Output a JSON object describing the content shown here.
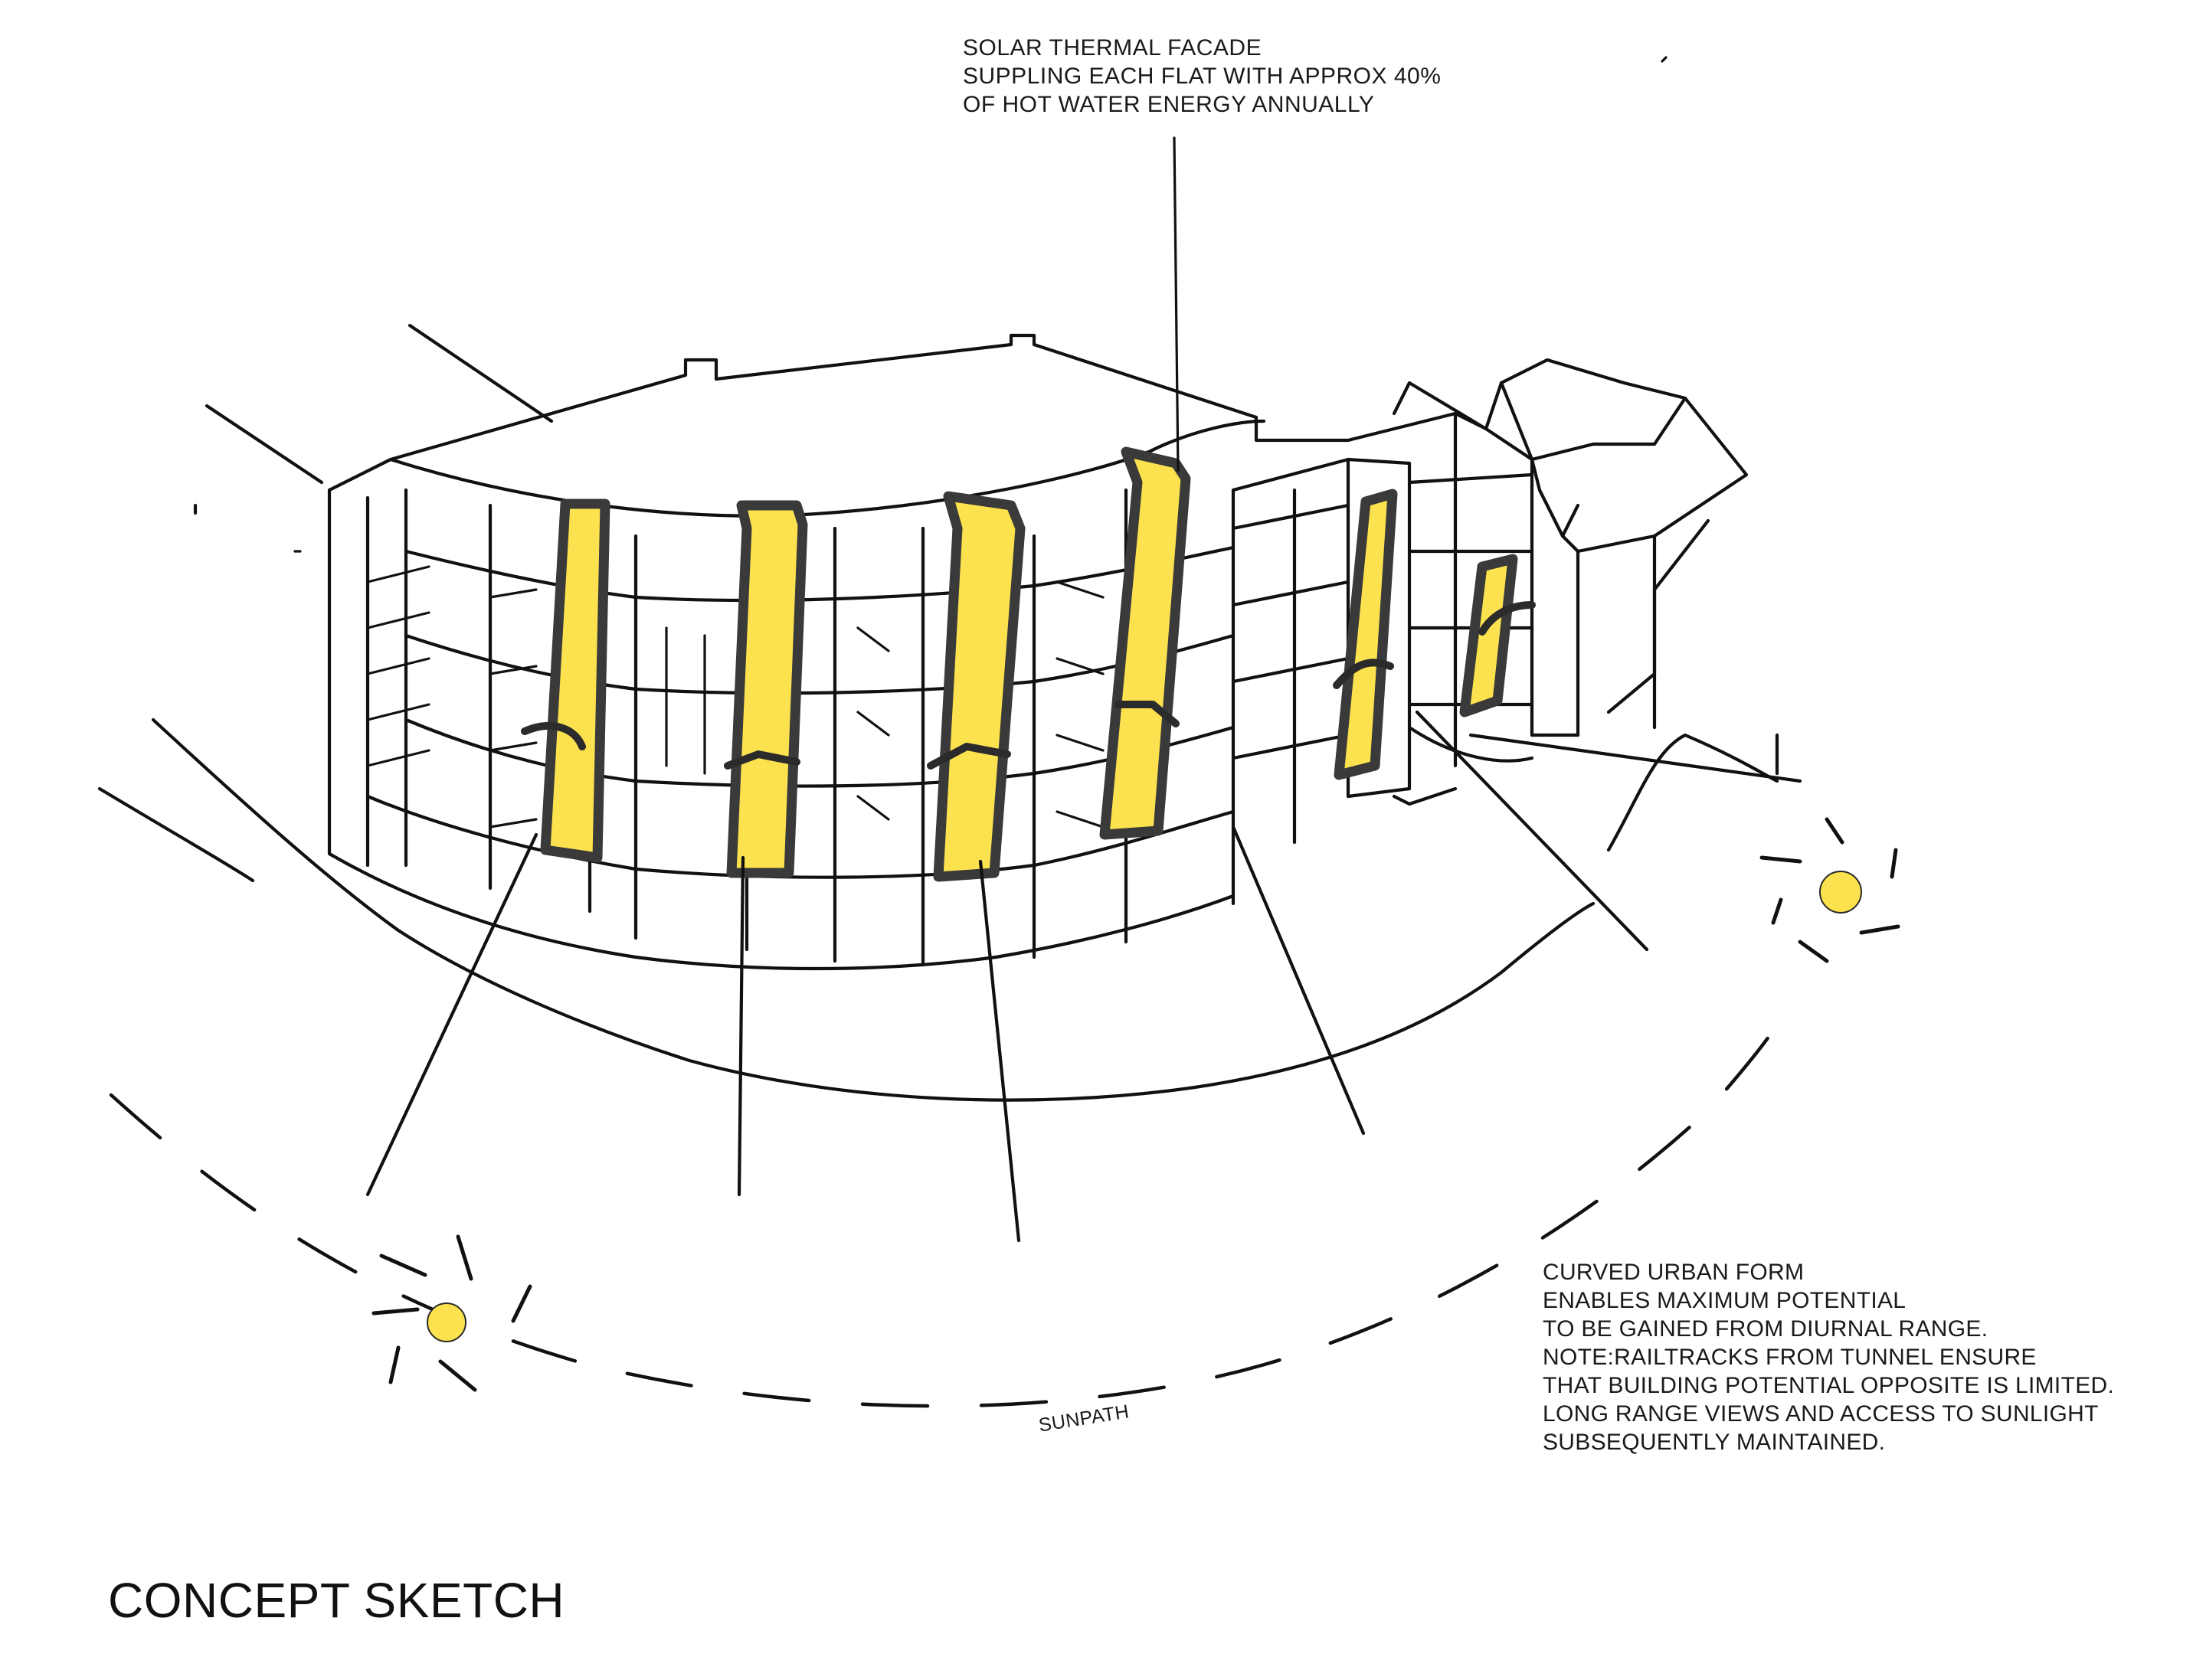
{
  "title": "CONCEPT SKETCH",
  "annotations": {
    "solar_facade": [
      "SOLAR THERMAL FACADE",
      "SUPPLING EACH FLAT WITH APPROX 40%",
      "OF HOT WATER ENERGY ANNUALLY"
    ],
    "curved_form": [
      "CURVED URBAN FORM",
      "ENABLES MAXIMUM POTENTIAL",
      "TO BE GAINED FROM DIURNAL RANGE.",
      "NOTE:RAILTRACKS FROM TUNNEL ENSURE",
      "THAT BUILDING POTENTIAL OPPOSITE IS LIMITED.",
      "LONG RANGE VIEWS AND ACCESS TO SUNLIGHT",
      "SUBSEQUENTLY MAINTAINED."
    ],
    "sunpath": "SUNPATH"
  },
  "colors": {
    "panel_fill": "#fde24f",
    "panel_outline": "#3a3a3a",
    "ink": "#111111",
    "sun": "#fde24f"
  }
}
